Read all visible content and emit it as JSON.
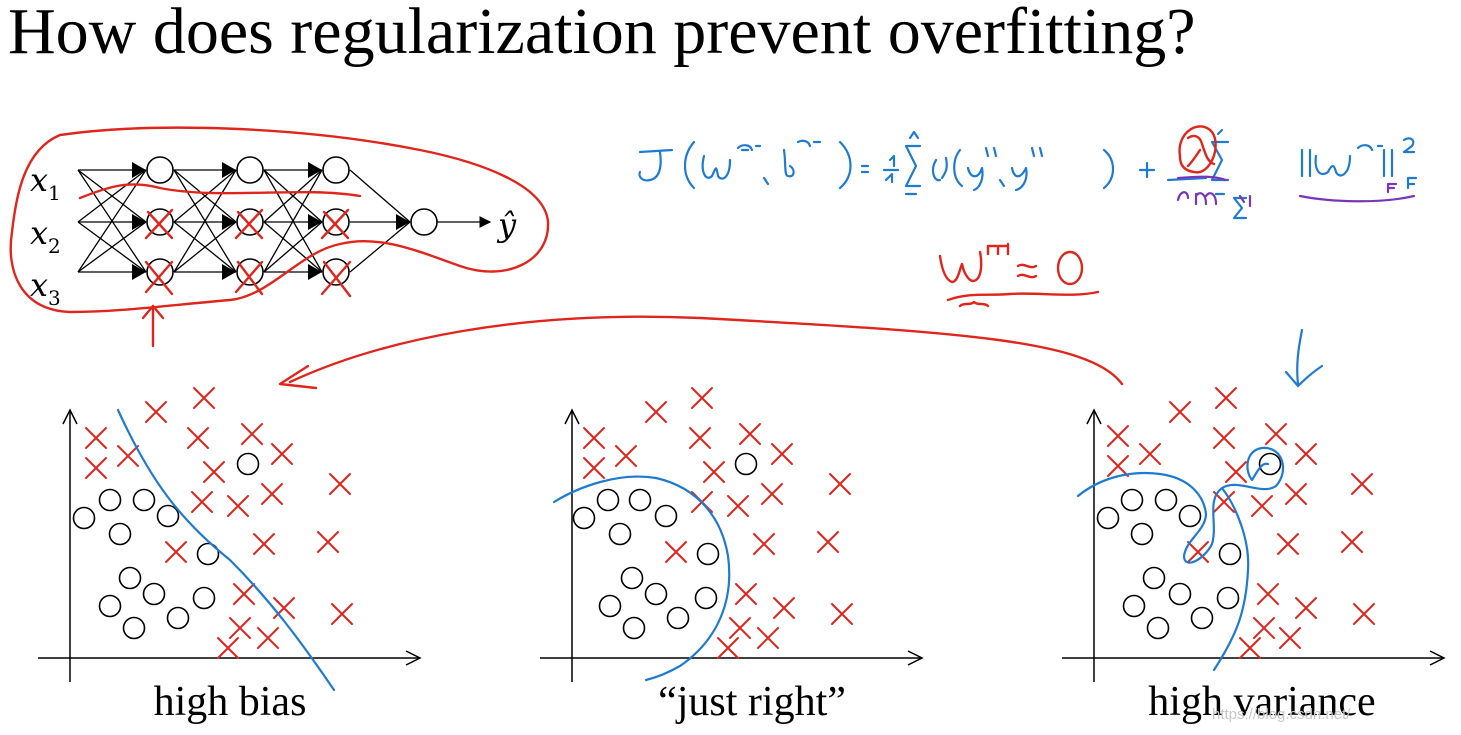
{
  "title": "How does regularization prevent overfitting?",
  "network": {
    "inputs": [
      "x",
      "x",
      "x"
    ],
    "input_subscripts": [
      "1",
      "2",
      "3"
    ],
    "output_label": "ŷ"
  },
  "panels": [
    {
      "caption": "high bias"
    },
    {
      "caption": "“just right”"
    },
    {
      "caption": "high variance"
    }
  ],
  "colors": {
    "annotation_red": "#e0261c",
    "formula_blue": "#1f7bd0",
    "lambda_purple": "#7a36b8",
    "ink": "#000000"
  },
  "watermark": "https://blog.csdn.net/"
}
